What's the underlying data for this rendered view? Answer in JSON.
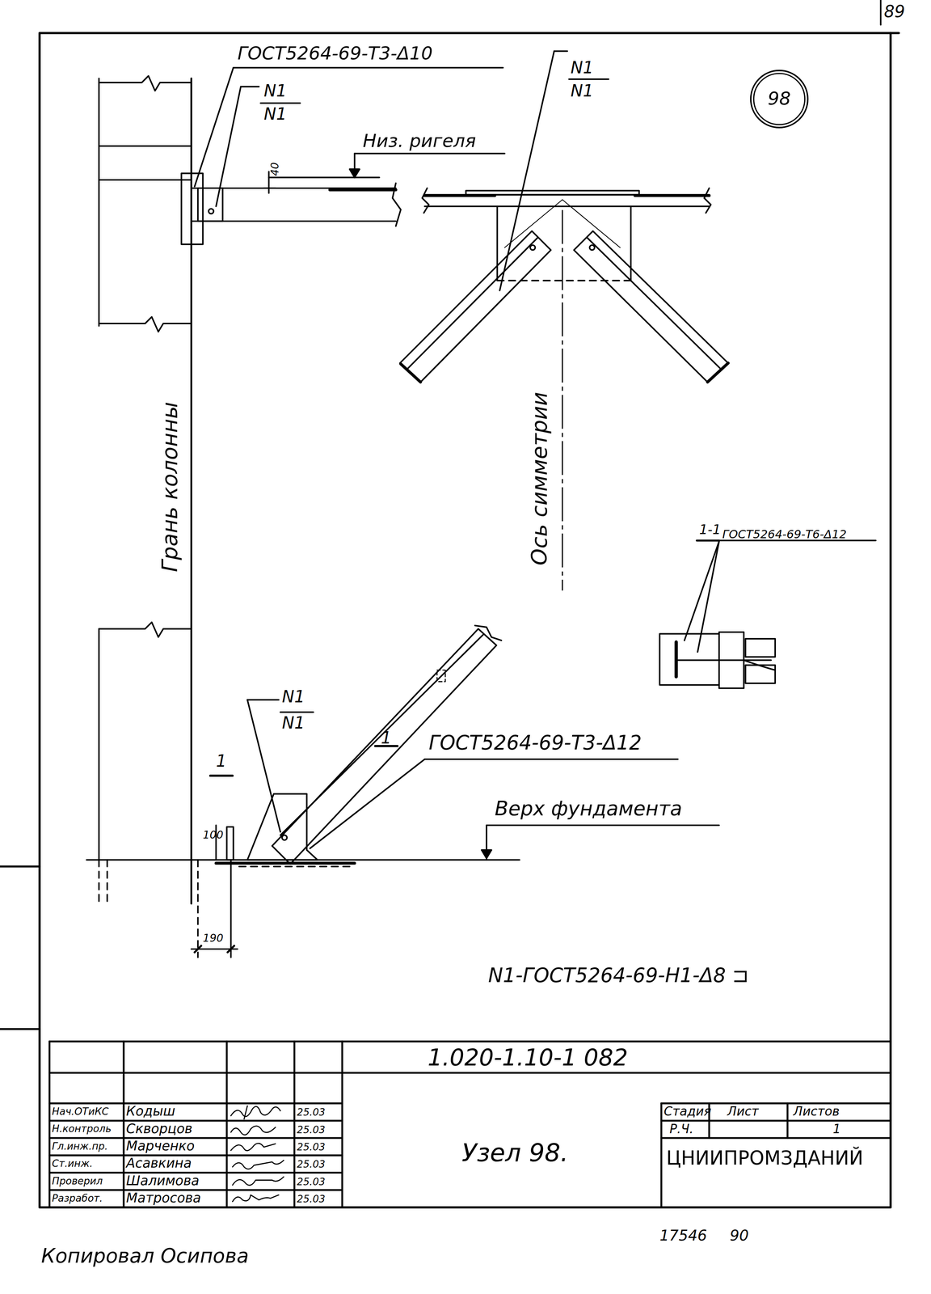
{
  "diagram": {
    "nodes": [
      {
        "text": [
          "98"
        ]
      }
    ],
    "labels": [
      "89",
      "ГОСТ5264-69-Т3-Δ10",
      "N1",
      "N1",
      "40",
      "Низ. ригеля",
      "N1",
      "N1",
      "Грань колонны",
      "Ось симметрии",
      "1-1",
      "ГОСТ5264-69-Т6-Δ12",
      "N1",
      "N1",
      "1",
      "1",
      "ГОСТ5264-69-Т3-Δ12",
      "100",
      "Верх фундамента",
      "190",
      "N1-ГОСТ5264-69-Н1-Δ8 ⊐",
      "1.020-1.10-1  082",
      "Нач.ОТиКС",
      "Кодыш",
      "25.03",
      "Н.контроль",
      "Скворцов",
      "25.03",
      "Гл.инж.пр.",
      "Марченко",
      "25.03",
      "Ст.инж.",
      "Асавкина",
      "25.03",
      "Проверил",
      "Шалимова",
      "25.03",
      "Разработ.",
      "Матросова",
      "25.03",
      "Узел 98.",
      "Стадия",
      "Лист",
      "Листов",
      "Р.Ч.",
      "1",
      "ЦНИИПРОМЗДАНИЙ",
      "17546",
      "90",
      "Копировал Осипова"
    ]
  }
}
